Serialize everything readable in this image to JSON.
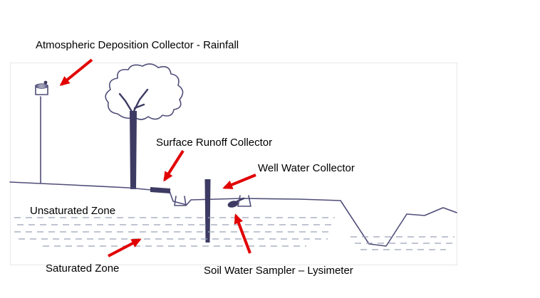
{
  "diagram": {
    "title_label": "Atmospheric Deposition Collector - Rainfall",
    "labels": {
      "atmospheric": "Atmospheric Deposition Collector - Rainfall",
      "surface_runoff": "Surface Runoff Collector",
      "well_water": "Well Water Collector",
      "unsaturated_zone": "Unsaturated Zone",
      "saturated_zone": "Saturated Zone",
      "lysimeter": "Soil Water Sampler – Lysimeter"
    },
    "colors": {
      "sketch_line": "#4f4d78",
      "sketch_fill": "#3d3b63",
      "water_dash": "#9aa2b6",
      "arrow": "#e10000",
      "text": "#000000",
      "background": "#ffffff"
    },
    "arrows": [
      {
        "name": "arrow-to-atmospheric-collector",
        "points_to": "rain-gauge-sketch"
      },
      {
        "name": "arrow-to-surface-runoff-collector",
        "points_to": "runoff-collector-sketch"
      },
      {
        "name": "arrow-to-well-water-collector",
        "points_to": "well-post-sketch"
      },
      {
        "name": "arrow-to-lysimeter",
        "points_to": "lysimeter-sketch"
      },
      {
        "name": "arrow-to-saturated-zone",
        "points_to": "water-table-dashes"
      }
    ]
  }
}
